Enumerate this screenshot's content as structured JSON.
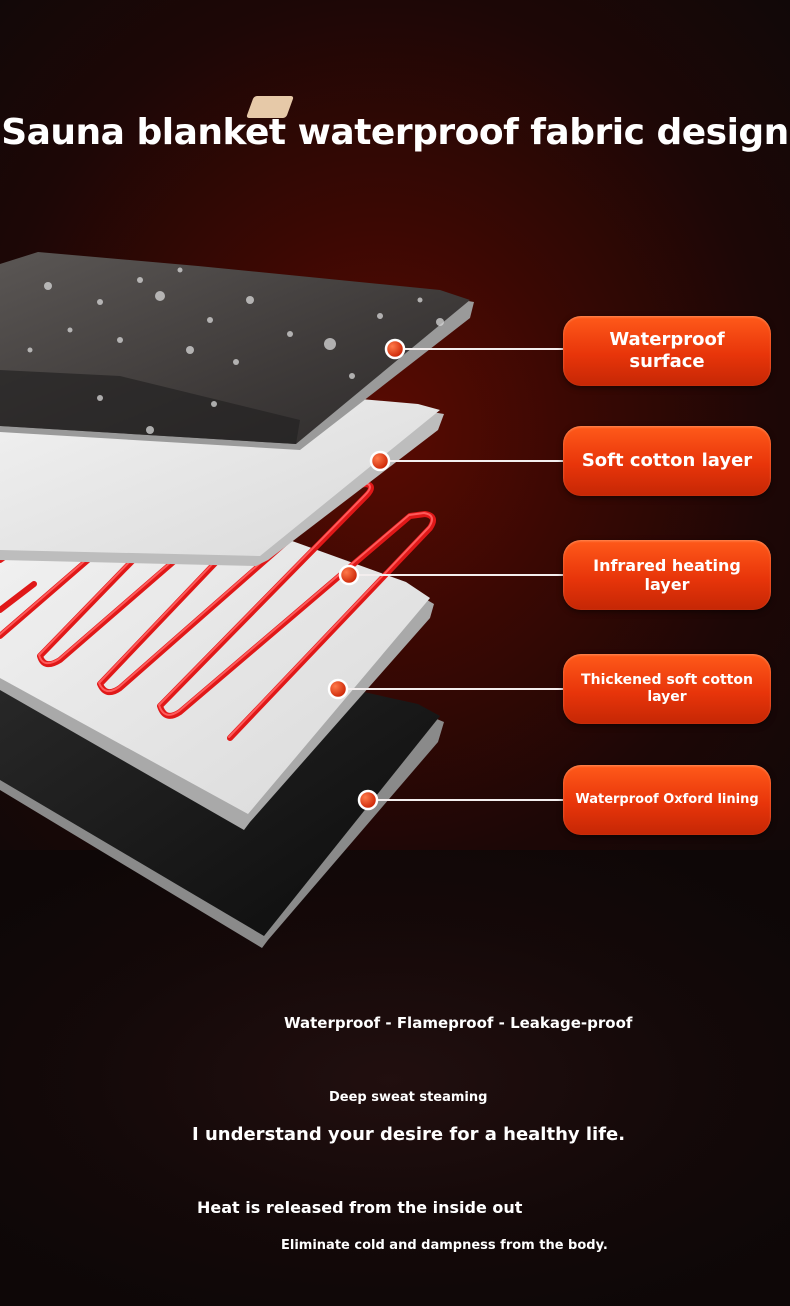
{
  "title": "Sauna blanket waterproof fabric design",
  "layers": [
    {
      "label": "Waterproof surface"
    },
    {
      "label": "Soft cotton layer"
    },
    {
      "label": "Infrared heating layer"
    },
    {
      "label": "Thickened soft cotton layer"
    },
    {
      "label": "Waterproof Oxford lining"
    }
  ],
  "features": "Waterproof - Flameproof - Leakage-proof",
  "tagline_small": "Deep sweat steaming",
  "tagline_main": "I understand your desire for a healthy life.",
  "heat_line": "Heat is released from the inside out",
  "benefit_line": "Eliminate cold and dampness from the body.",
  "colors": {
    "accent": "#e8350a",
    "heating_wire": "#e01818",
    "background": "#3a0803"
  }
}
